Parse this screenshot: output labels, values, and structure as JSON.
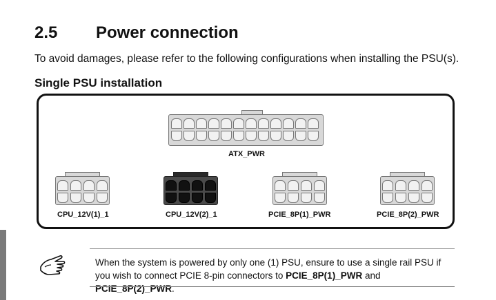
{
  "section": {
    "number": "2.5",
    "title": "Power connection"
  },
  "intro": "To avoid damages, please refer to the following configurations when installing the PSU(s).",
  "subsection_title": "Single PSU installation",
  "connectors": [
    {
      "label": "ATX_PWR",
      "pins": 24,
      "state": "unused"
    },
    {
      "label": "CPU_12V(1)_1",
      "pins": 8,
      "state": "unused"
    },
    {
      "label": "CPU_12V(2)_1",
      "pins": 8,
      "state": "connected"
    },
    {
      "label": "PCIE_8P(1)_PWR",
      "pins": 8,
      "state": "unused"
    },
    {
      "label": "PCIE_8P(2)_PWR",
      "pins": 8,
      "state": "unused"
    }
  ],
  "note": {
    "icon": "hand-pointing-icon",
    "text_before": "When the system is powered by only one (1) PSU, ensure to use a single rail PSU if you wish to connect PCIE 8-pin connectors to ",
    "bold_1": "PCIE_8P(1)_PWR",
    "text_middle": " and ",
    "bold_2": "PCIE_8P(2)_PWR",
    "text_after": "."
  },
  "colors": {
    "connector_fill": "#d8d8d8",
    "connector_active": "#4a4a4a",
    "pin_fill": "#f2f2f2",
    "border": "#111111"
  }
}
